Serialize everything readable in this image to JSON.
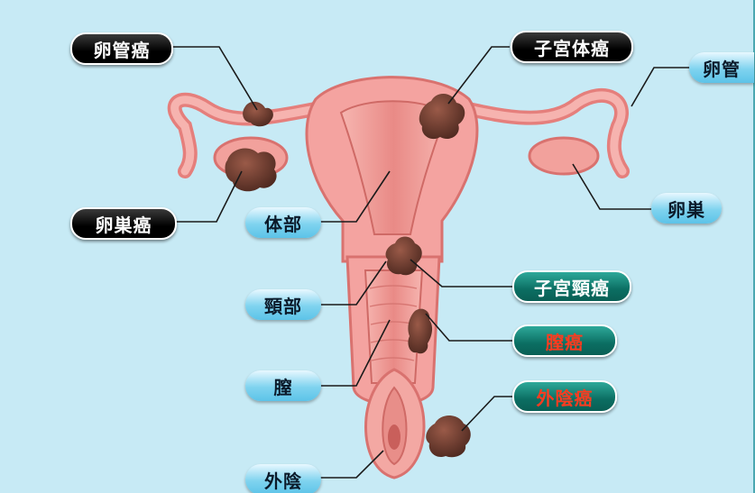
{
  "labels": {
    "ovarian_tube_cancer": "卵管癌",
    "ovary_cancer": "卵巣癌",
    "uterine_body_cancer": "子宮体癌",
    "tube": "卵管",
    "ovary": "卵巣",
    "body": "体部",
    "cervix": "頸部",
    "vagina": "膣",
    "vulva": "外陰",
    "cervical_cancer": "子宮頸癌",
    "vaginal_cancer": "膣癌",
    "vulvar_cancer": "外陰癌"
  },
  "colors": {
    "background": "#c7eaf5",
    "organ": "#f4a3a0",
    "organ_dark": "#d9726f",
    "tumor": "#6b3a2e",
    "label_black": "#000000",
    "label_blue": "#6fcbeb",
    "label_teal": "#0b6e62",
    "label_red_text": "#ff3b1f"
  }
}
